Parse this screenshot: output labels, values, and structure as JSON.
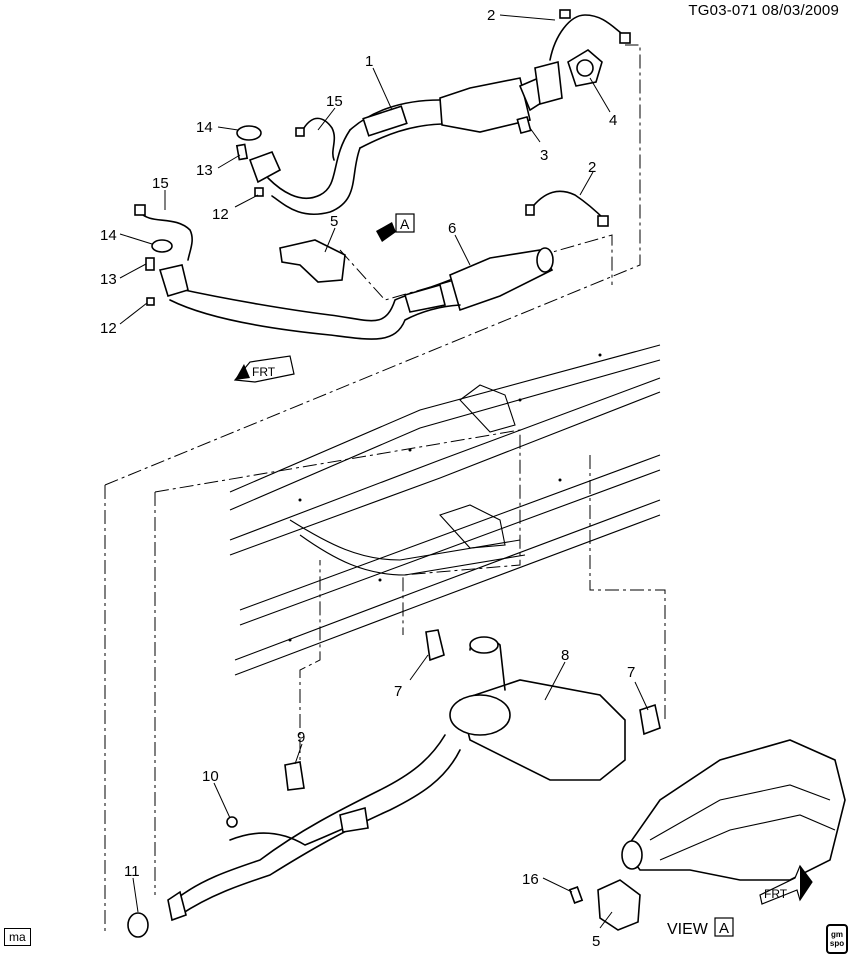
{
  "header": {
    "ref": "TG03-071  08/03/2009"
  },
  "footer": {
    "badge": "ma",
    "logo_line1": "gm",
    "logo_line2": "spo"
  },
  "callouts": [
    "1",
    "2",
    "2",
    "3",
    "4",
    "5",
    "5",
    "6",
    "7",
    "7",
    "8",
    "9",
    "10",
    "11",
    "12",
    "12",
    "13",
    "13",
    "14",
    "14",
    "15",
    "15",
    "16"
  ],
  "view_label": {
    "prefix": "VIEW",
    "letter": "A"
  },
  "frt_label": "FRT",
  "arrow_letter": "A"
}
